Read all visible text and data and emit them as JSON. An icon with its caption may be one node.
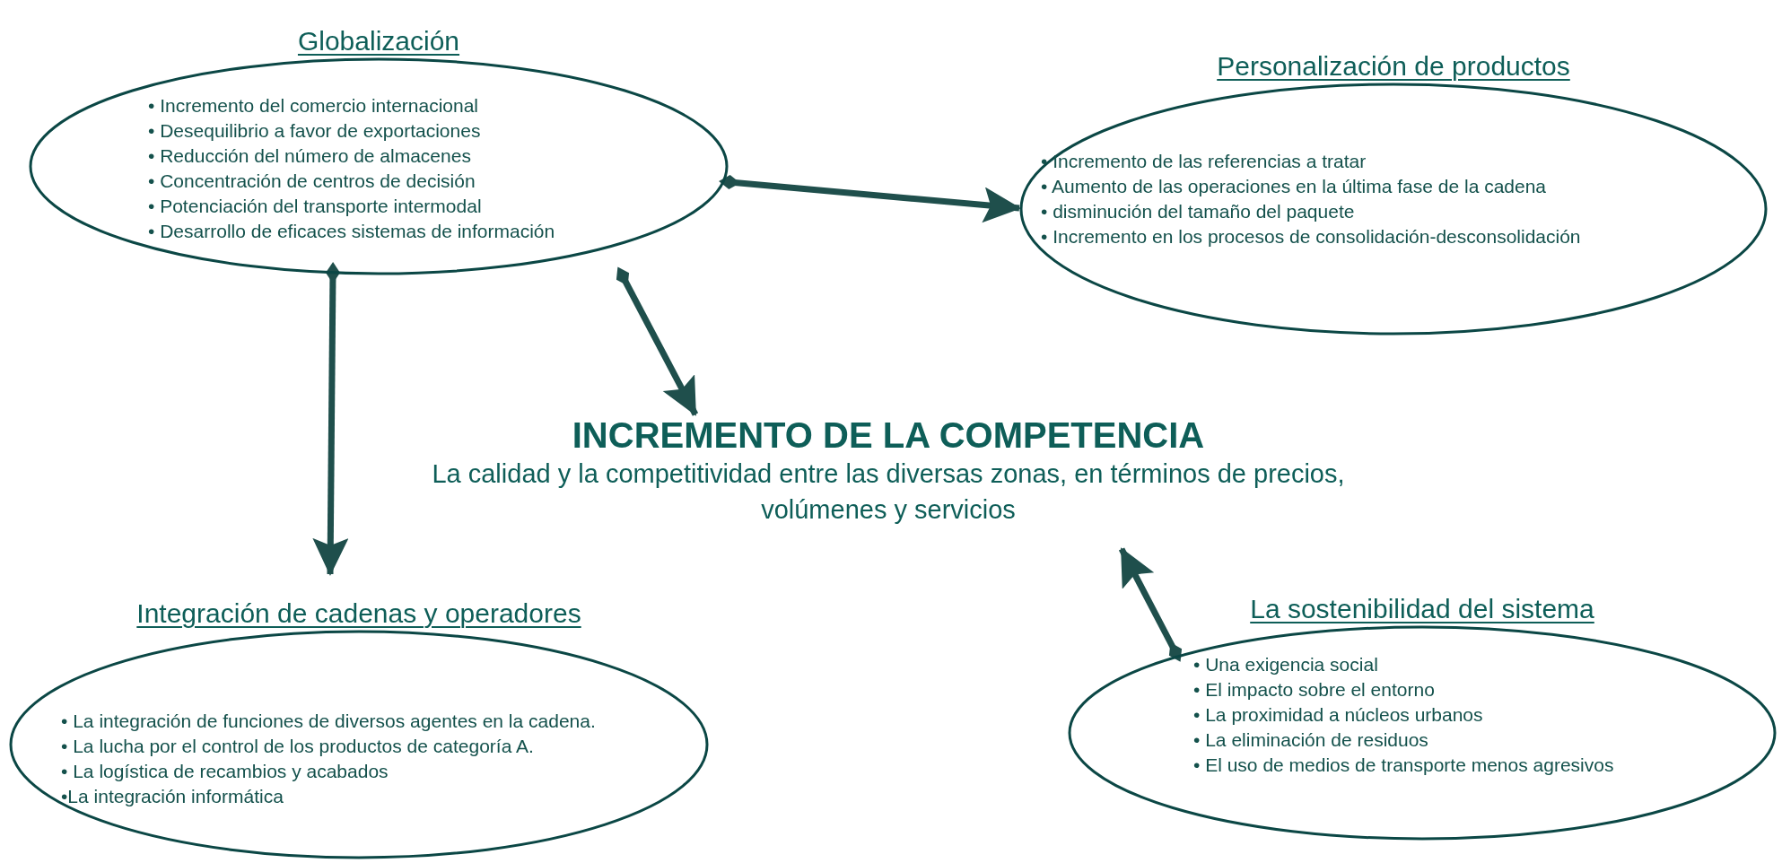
{
  "diagram": {
    "nodes": [
      {
        "text": [
          "Globalización",
          "• Incremento del comercio internacional",
          "• Desequilibrio a favor de exportaciones",
          "• Reducción del número de almacenes",
          "• Concentración de centros de decisión",
          "• Potenciación del transporte intermodal",
          "• Desarrollo de eficaces sistemas de información"
        ]
      },
      {
        "text": [
          "Personalización de productos",
          "• Incremento de las referencias a tratar",
          "• Aumento de las operaciones en la última fase de la cadena",
          "• disminución del tamaño del paquete",
          "• Incremento  en los procesos de consolidación-desconsolidación"
        ]
      },
      {
        "text": [
          "INCREMENTO DE LA COMPETENCIA",
          "La calidad y la competitividad entre las diversas zonas, en términos de precios, volúmenes y servicios"
        ]
      },
      {
        "text": [
          "Integración de cadenas y operadores",
          "• La integración de funciones de diversos agentes en la cadena.",
          "• La lucha por el control de los productos de categoría A.",
          "• La logística de recambios y acabados",
          "•La integración informática"
        ]
      },
      {
        "text": [
          "La sostenibilidad del sistema",
          "• Una exigencia social",
          "• El impacto sobre el entorno",
          "• La proximidad a núcleos urbanos",
          "• La eliminación de residuos",
          "• El uso de medios de transporte menos agresivos"
        ]
      }
    ],
    "edges": [
      {
        "from": 0,
        "to": 1,
        "arrow": "to"
      },
      {
        "from": 0,
        "to": 2,
        "arrow": "to"
      },
      {
        "from": 0,
        "to": 3,
        "arrow": "to"
      },
      {
        "from": 4,
        "to": 2,
        "arrow": "to"
      }
    ]
  }
}
